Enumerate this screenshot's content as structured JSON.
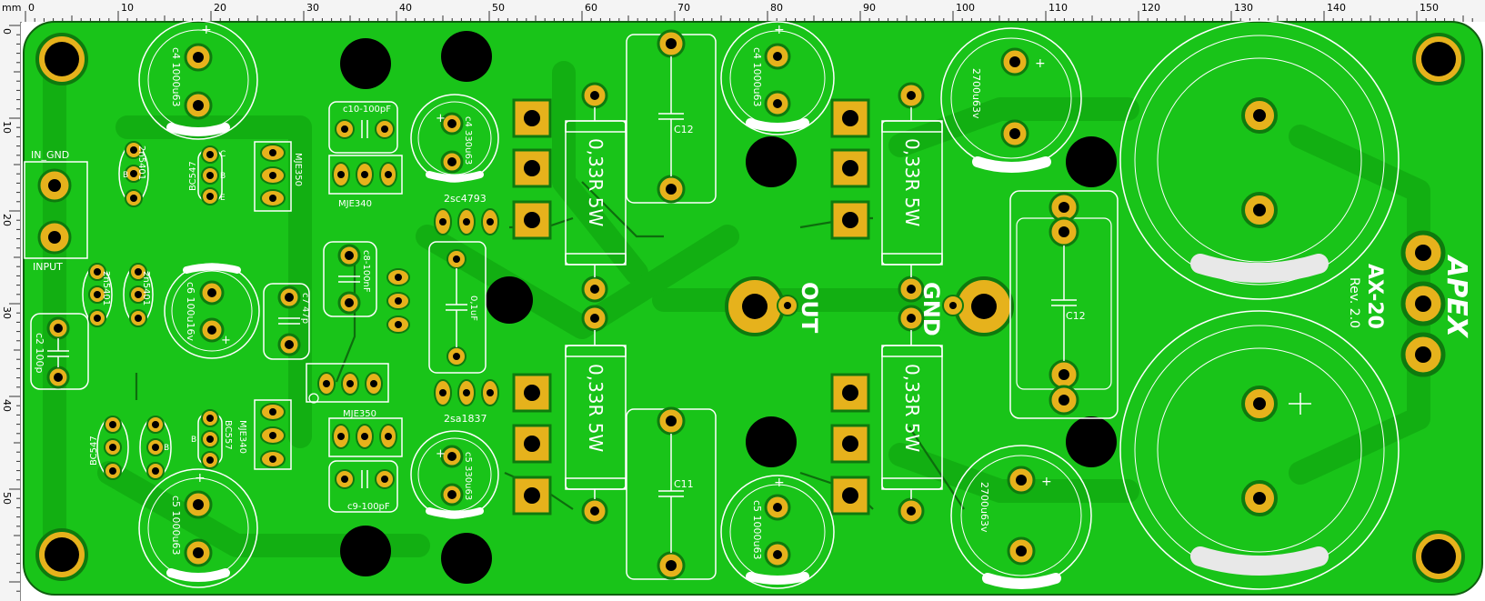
{
  "ruler": {
    "unit": "mm",
    "top_ticks": [
      "0",
      "10",
      "20",
      "30",
      "40",
      "50",
      "60",
      "70",
      "80",
      "90",
      "100",
      "110",
      "120",
      "130",
      "140",
      "150"
    ],
    "left_ticks": [
      "0",
      "10",
      "20",
      "30",
      "40",
      "50"
    ]
  },
  "board": {
    "colors": {
      "copper": "#19c419",
      "copper_dark": "#109810",
      "pad": "#e6b21c",
      "pad_ring": "#0e7a0e",
      "hole": "#000000",
      "silk": "#ffffff"
    },
    "brand": "APEX",
    "model": "AX-20",
    "revision": "Rev. 2.0",
    "out_label": "OUT",
    "gnd_label": "GND",
    "input_gnd_label": "IN_GND",
    "input_label": "INPUT"
  },
  "components": {
    "c4_left": "c4 1000u63",
    "c4_right": "c4 1000u63",
    "c5_left": "c5 1000u63",
    "c5_right": "c5 1000u63",
    "c10": "c10-100pF",
    "c9": "c9-100pF",
    "c8": "c8-100nF",
    "c7": "c7 47p",
    "c6": "c6 100u16v",
    "c2": "c2 100p",
    "c4_small": "c4 330u63",
    "c5_small": "c5 330u63",
    "c_mid": "0,1uF",
    "c12_top": "C12",
    "c11": "C11",
    "c12_right": "C12",
    "big_top_right_cap": "2700u63v",
    "big_bottom_right_cap": "2700u63v",
    "mje350_top": "MJE350",
    "mje340_top": "MJE340",
    "mje350_mid": "MJE350",
    "mje340_bottom": "MJE340",
    "q_2sc4793": "2sc4793",
    "q_2sa1837": "2sa1837",
    "bc547_top": "BC547",
    "bc547_bottom": "BC547",
    "bc557": "BC557",
    "q_2n5401_top": "2n5401",
    "q_2n5401_a": "2n5401",
    "q_2n5401_b": "2n5401",
    "res_top_left": "0,33R 5W",
    "res_bottom_left": "0,33R 5W",
    "res_top_right": "0,33R 5W",
    "res_bottom_right": "0,33R 5W",
    "plus": "+",
    "pin_e": "E",
    "pin_b": "B",
    "pin_c": "C"
  }
}
